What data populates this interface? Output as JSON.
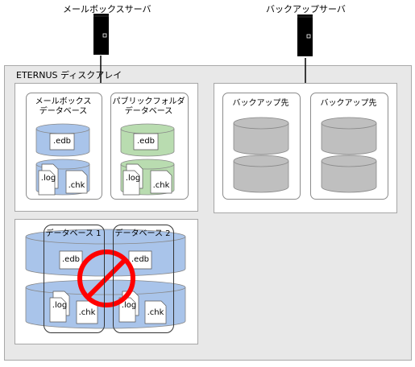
{
  "servers": {
    "mailbox": {
      "label": "メールボックスサーバ"
    },
    "backup": {
      "label": "バックアップサーバ"
    }
  },
  "eternus": {
    "label": "ETERNUS ディスクアレイ",
    "mailbox_db": {
      "title_line1": "メールボックス",
      "title_line2": "データベース",
      "edb": ".edb",
      "log": ".log",
      "chk": ".chk"
    },
    "public_db": {
      "title_line1": "パブリックフォルダ",
      "title_line2": "データベース",
      "edb": ".edb",
      "log": ".log",
      "chk": ".chk"
    },
    "backup_targets": [
      {
        "label": "バックアップ先"
      },
      {
        "label": "バックアップ先"
      }
    ],
    "prohibited": {
      "db1": {
        "label": "データベース 1",
        "edb": ".edb",
        "log": ".log",
        "chk": ".chk"
      },
      "db2": {
        "label": "データベース 2",
        "edb": ".edb",
        "log": ".log",
        "chk": ".chk"
      }
    }
  },
  "colors": {
    "panel_bg": "#e8e8e8",
    "blue_cyl": "#a9c4ea",
    "green_cyl": "#b9dcb0",
    "gray_cyl": "#bfbfbf",
    "prohibit_red": "#ff0000",
    "server": "#000000"
  },
  "icons": [
    "server-icon",
    "database-cylinder-icon",
    "document-icon",
    "prohibited-icon"
  ]
}
